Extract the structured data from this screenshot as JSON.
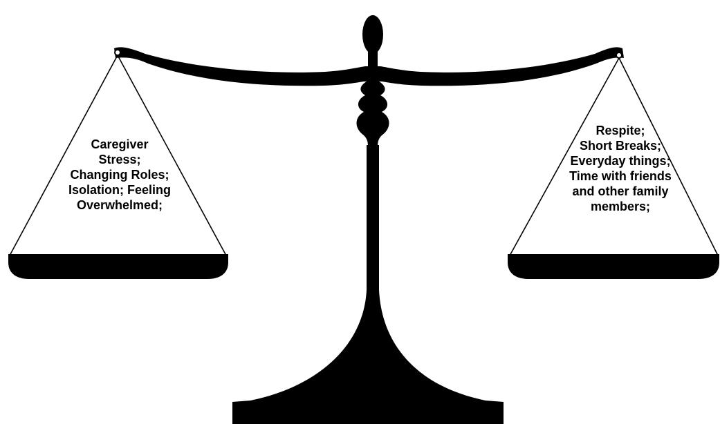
{
  "left_pan": {
    "lines": [
      "Caregiver",
      "Stress;",
      "Changing Roles;",
      "Isolation; Feeling",
      "Overwhelmed;"
    ]
  },
  "right_pan": {
    "lines": [
      "Respite;",
      "Short Breaks;",
      "Everyday things;",
      "Time with friends",
      "and other family",
      "members;"
    ]
  },
  "colors": {
    "ink": "#000000",
    "background": "#ffffff"
  }
}
